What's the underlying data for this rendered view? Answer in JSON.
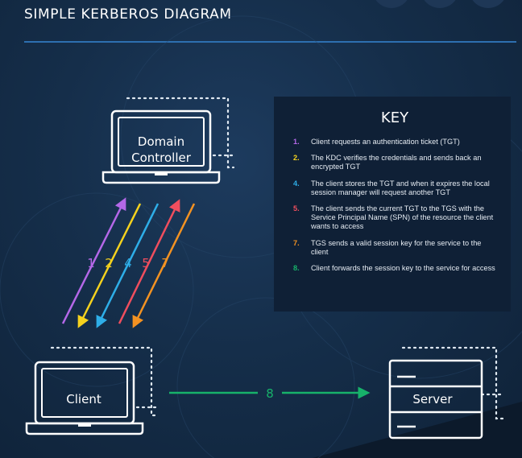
{
  "title": "SIMPLE KERBEROS DIAGRAM",
  "nodes": {
    "domain_controller": [
      "Domain",
      "Controller"
    ],
    "client": "Client",
    "server": "Server"
  },
  "arrow_labels": [
    "1",
    "2",
    "4",
    "5",
    "7"
  ],
  "client_server_label": "8",
  "key": {
    "title": "KEY",
    "items": [
      {
        "num": "1.",
        "text": "Client requests an authentication ticket (TGT)",
        "color": "#b468e8"
      },
      {
        "num": "2.",
        "text": "The KDC verifies the credentials and sends back an encrypted TGT",
        "color": "#f5d21e"
      },
      {
        "num": "4.",
        "text": "The client stores the TGT and when it expires the local session manager will request another TGT",
        "color": "#2eaee8"
      },
      {
        "num": "5.",
        "text": "The client sends the current TGT to the TGS with the Service Principal Name (SPN) of the resource the client wants to access",
        "color": "#f04e5e"
      },
      {
        "num": "7.",
        "text": "TGS sends a valid session key for the service to the client",
        "color": "#f39222"
      },
      {
        "num": "8.",
        "text": "Client forwards the session key to the service for access",
        "color": "#17b26a"
      }
    ]
  },
  "colors": {
    "1": "#b468e8",
    "2": "#f5d21e",
    "4": "#2eaee8",
    "5": "#f04e5e",
    "7": "#f39222",
    "8": "#17b26a",
    "accent_rule": "#2d6fb0"
  }
}
